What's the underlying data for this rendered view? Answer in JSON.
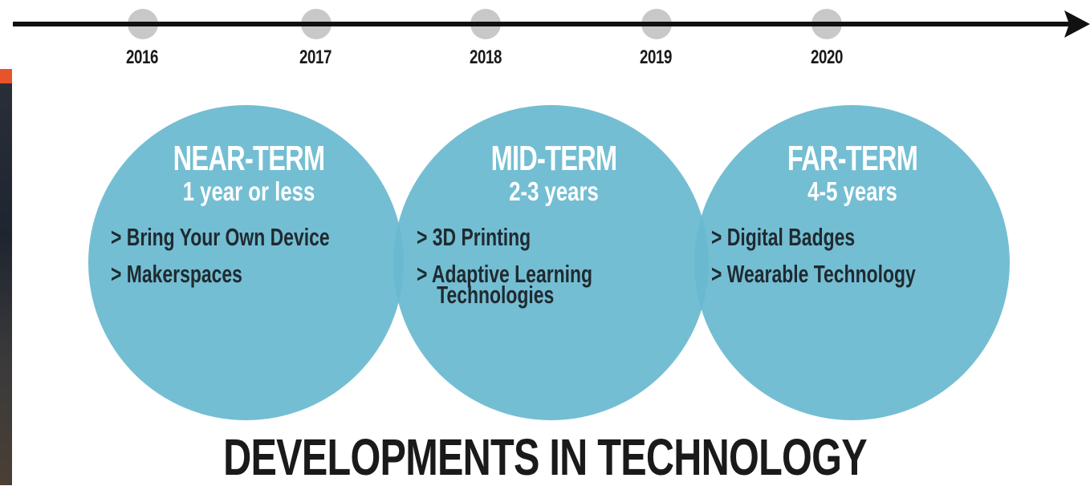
{
  "timeline": {
    "years": [
      "2016",
      "2017",
      "2018",
      "2019",
      "2020"
    ]
  },
  "terms": [
    {
      "title": "NEAR-TERM",
      "subtitle": "1 year or less",
      "items": [
        "> Bring Your Own Device",
        "> Makerspaces"
      ]
    },
    {
      "title": "MID-TERM",
      "subtitle": "2-3 years",
      "items": [
        "> 3D Printing",
        "> Adaptive Learning",
        "Technologies"
      ]
    },
    {
      "title": "FAR-TERM",
      "subtitle": "4-5 years",
      "items": [
        "> Digital Badges",
        "> Wearable Technology"
      ]
    }
  ],
  "footer": {
    "title": "DEVELOPMENTS IN TECHNOLOGY"
  },
  "colors": {
    "circle": "#68b8cf",
    "marker": "#c8c8c8",
    "line": "#111111",
    "accent": "#e8542a"
  }
}
